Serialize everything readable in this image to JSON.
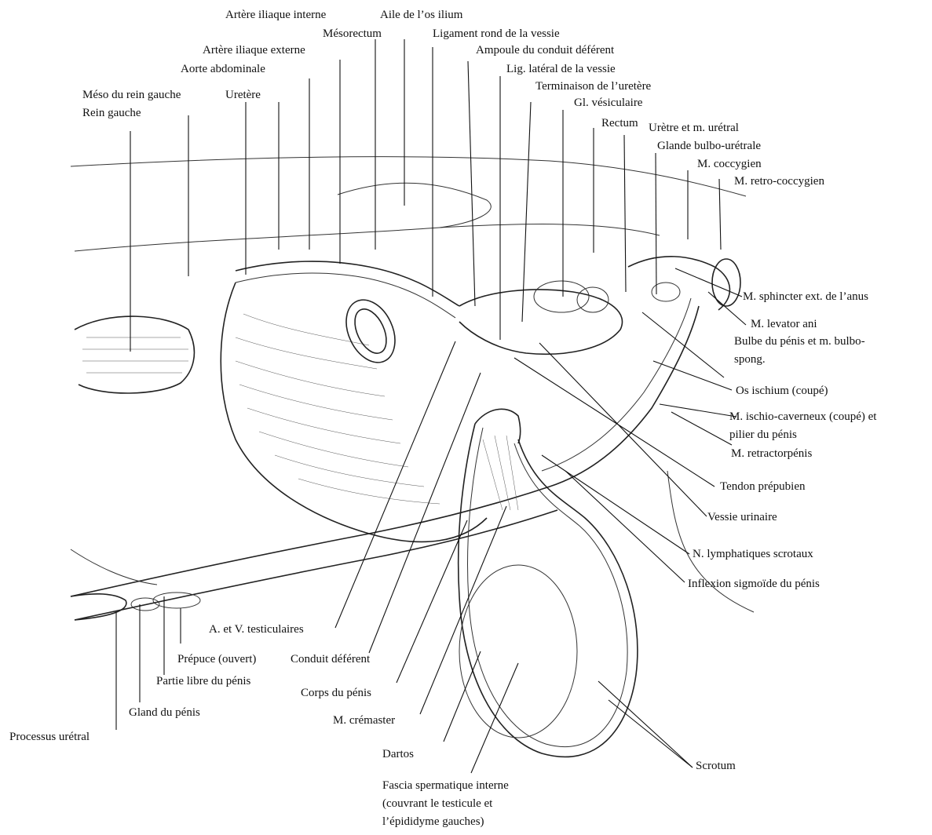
{
  "labels": {
    "arteria_iliaca_interne": "Artère iliaque interne",
    "aile_os_ilium": "Aile de l’os ilium",
    "mesorectum": "Mésorectum",
    "ligament_rond": "Ligament rond de la vessie",
    "arteria_iliaca_externe": "Artère iliaque externe",
    "ampoule": "Ampoule du conduit déférent",
    "aorte": "Aorte abdominale",
    "lig_lateral": "Lig. latéral de la vessie",
    "terminaison_uretere": "Terminaison de l’uretère",
    "meso_rein": "Méso du rein gauche",
    "uretere": "Uretère",
    "rein_gauche": "Rein gauche",
    "gl_vesiculaire": "Gl. vésiculaire",
    "rectum": "Rectum",
    "urethre": "Urètre et m. urétral",
    "glande_bulbo": "Glande bulbo-urétrale",
    "m_coccygien": "M. coccygien",
    "m_retro_coccygien": "M. retro-coccygien",
    "m_sphincter": "M. sphincter ext. de l’anus",
    "m_levator": "M. levator ani",
    "bulbe_1": "Bulbe du pénis et m. bulbo-",
    "bulbe_2": "spong.",
    "os_ischium": "Os ischium (coupé)",
    "m_ischio_1": "M. ischio-caverneux (coupé) et",
    "m_ischio_2": "pilier du pénis",
    "m_retractor": "M. retractorpénis",
    "tendon": "Tendon prépubien",
    "vessie": "Vessie urinaire",
    "n_lymph": "N. lymphatiques scrotaux",
    "inflexion": "Inflexion sigmoïde du pénis",
    "a_v_testi": "A. et V. testiculaires",
    "prepuce": "Prépuce (ouvert)",
    "conduit_deferent": "Conduit déférent",
    "partie_libre": "Partie libre du pénis",
    "corps_penis": "Corps du pénis",
    "gland": "Gland du pénis",
    "m_cremaster": "M. crémaster",
    "processus": "Processus urétral",
    "dartos": "Dartos",
    "scrotum": "Scrotum",
    "fascia_1": "Fascia spermatique interne",
    "fascia_2": "(couvrant le testicule et",
    "fascia_3": "l’épididyme gauches)"
  }
}
